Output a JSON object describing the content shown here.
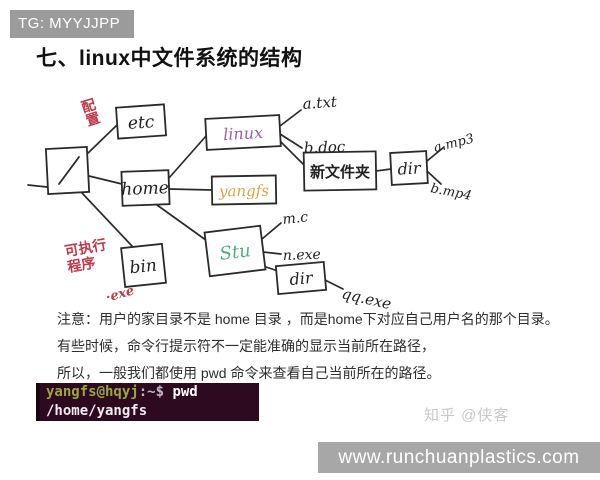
{
  "header": {
    "badge": "TG: MYYJJPP"
  },
  "title": "七、linux中文件系统的结构",
  "diagram": {
    "nodes": {
      "root": "/",
      "etc": "etc",
      "home": "home",
      "bin": "bin",
      "linux": "linux",
      "yangfs": "yangfs",
      "stu": "Stu",
      "newfolder": "新文件夹",
      "dir1": "dir",
      "dir2": "dir"
    },
    "leaves": {
      "a_txt": "a.txt",
      "b_doc": "b.doc",
      "a_mp3": "a.mp3",
      "b_mp4": "b.mp4",
      "m_c": "m.c",
      "n_exe": "n.exe",
      "qq_exe": "qq.exe"
    },
    "annotations": {
      "etc_note": "配置",
      "bin_note": "可执行程序",
      "bin_note_ext": "·exe"
    },
    "colors": {
      "stroke": "#2a2a2a",
      "linux": "#9a5fb0",
      "yangfs": "#d8a445",
      "stu": "#4fae7f",
      "annotation": "#c0394b"
    }
  },
  "note": {
    "lines": [
      "注意：用户的家目录不是 home 目录 ，而是home下对应自己用户名的那个目录。",
      "有些时候，命令行提示符不一定能准确的显示当前所在路径，",
      "所以，一般我们都使用  pwd 命令来查看自己当前所在的路径。"
    ]
  },
  "terminal": {
    "bg": "#2e0a20",
    "user_color": "#9aa83f",
    "prompt_user": "yangfs@hqyj",
    "prompt_sep": ":~$ ",
    "command": "pwd",
    "output": "/home/yangfs"
  },
  "watermark": "知乎 @侠客",
  "footer": {
    "url": "www.runchuanplastics.com"
  }
}
